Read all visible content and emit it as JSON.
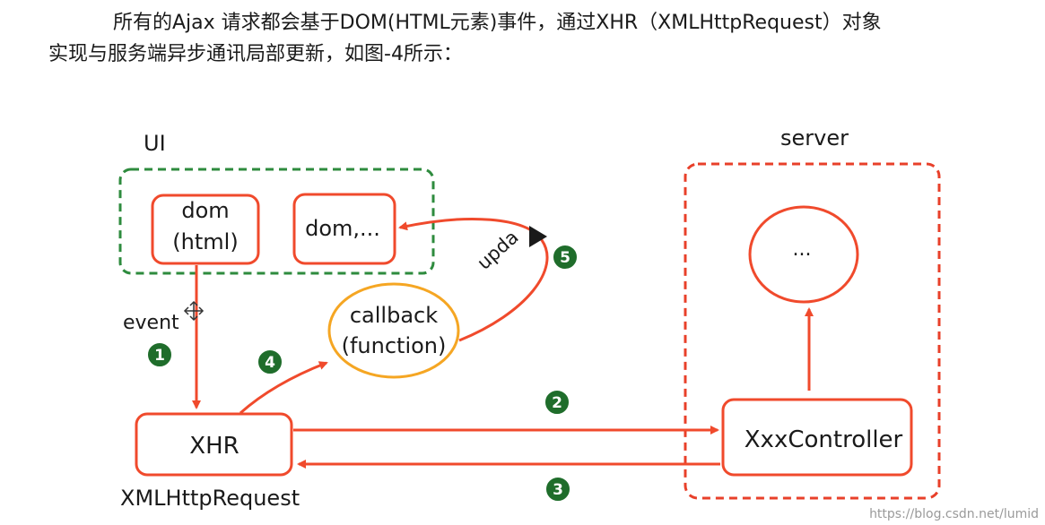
{
  "intro": {
    "line1": "所有的Ajax 请求都会基于DOM(HTML元素)事件，通过XHR（XMLHttpRequest）对象",
    "line2": "实现与服务端异步通讯局部更新，如图-4所示："
  },
  "diagram": {
    "ui_group_label": "UI",
    "server_group_label": "server",
    "dom_html_line1": "dom",
    "dom_html_line2": "(html)",
    "dom_other": "dom,...",
    "callback_line1": "callback",
    "callback_line2": "(function)",
    "xhr": "XHR",
    "xhr_full": "XMLHttpRequest",
    "controller": "XxxController",
    "server_node": "...",
    "event_label": "event",
    "update_label": "upda",
    "steps": [
      "1",
      "2",
      "3",
      "4",
      "5"
    ],
    "colors": {
      "ui_border": "#2e8b3e",
      "server_border": "#e8402a",
      "box_border": "#f04a2c",
      "arrow": "#f04a2c",
      "callback_border": "#f5a623",
      "badge_fill": "#1f6d2b"
    }
  },
  "watermark": "https://blog.csdn.net/lumid"
}
